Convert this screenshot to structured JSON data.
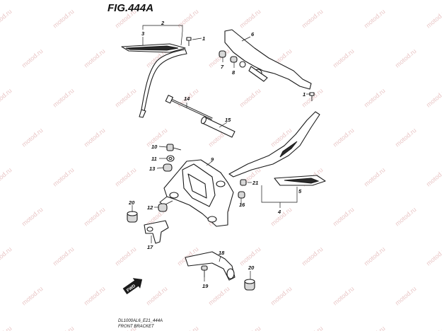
{
  "figure": {
    "title": "FIG.444A"
  },
  "watermark": {
    "text": "motod.ru"
  },
  "callouts": {
    "c1a": "1",
    "c1b": "1",
    "c2": "2",
    "c3": "3",
    "c4": "4",
    "c5": "5",
    "c6": "6",
    "c7": "7",
    "c8": "8",
    "c9": "9",
    "c10": "10",
    "c11": "11",
    "c12": "12",
    "c13": "13",
    "c14": "14",
    "c15": "15",
    "c16": "16",
    "c17": "17",
    "c18": "18",
    "c19": "19",
    "c20a": "20",
    "c20b": "20",
    "c21": "21"
  },
  "fwd_arrow": {
    "label": "FWD"
  },
  "footer": {
    "model_code": "DL1000AL6_E21_444A",
    "caption": "FRONT BRACKET"
  }
}
